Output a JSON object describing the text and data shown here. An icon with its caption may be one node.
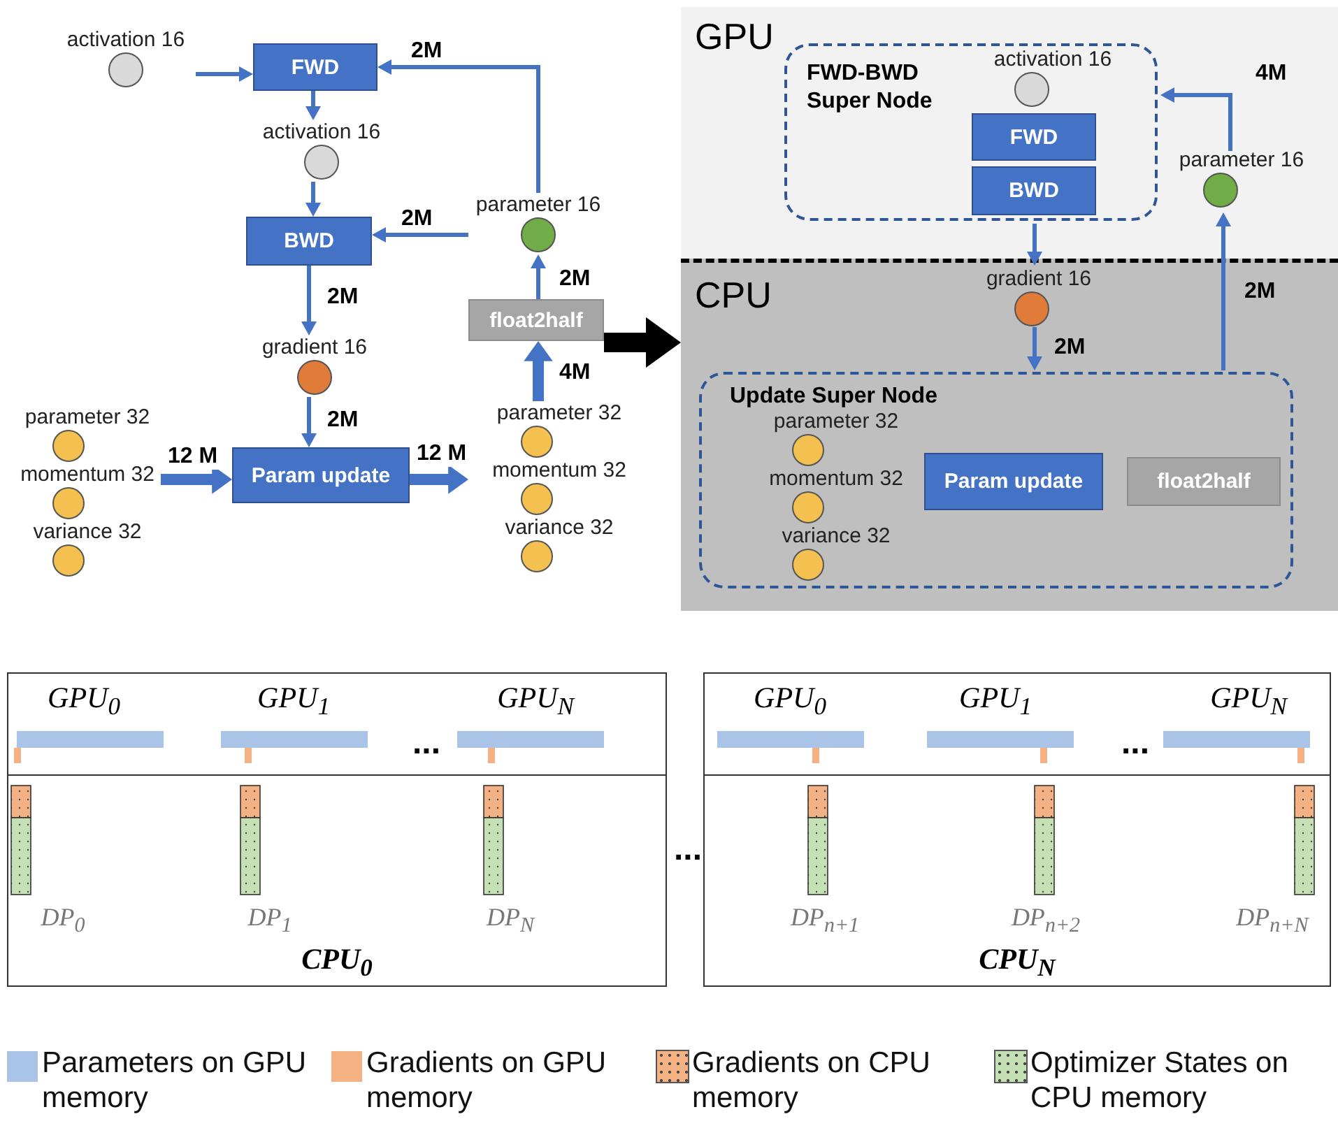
{
  "diagram": {
    "nodes": [
      {
        "text": [
          "activation 16"
        ]
      },
      {
        "text": [
          "FWD"
        ]
      },
      {
        "text": [
          "activation 16"
        ]
      },
      {
        "text": [
          "BWD"
        ]
      },
      {
        "text": [
          "parameter 16"
        ]
      },
      {
        "text": [
          "float2half"
        ]
      },
      {
        "text": [
          "gradient 16"
        ]
      },
      {
        "text": [
          "parameter 32"
        ]
      },
      {
        "text": [
          "momentum 32"
        ]
      },
      {
        "text": [
          "variance 32"
        ]
      },
      {
        "text": [
          "Param update"
        ]
      },
      {
        "text": [
          "parameter 32"
        ]
      },
      {
        "text": [
          "momentum 32"
        ]
      },
      {
        "text": [
          "variance 32"
        ]
      },
      {
        "text": [
          "GPU"
        ]
      },
      {
        "text": [
          "FWD-BWD Super Node"
        ],
        "in": 14
      },
      {
        "text": [
          "activation 16"
        ],
        "in": 15
      },
      {
        "text": [
          "FWD"
        ],
        "in": 15
      },
      {
        "text": [
          "BWD"
        ],
        "in": 15
      },
      {
        "text": [
          "parameter 16"
        ],
        "in": 14
      },
      {
        "text": [
          "CPU"
        ]
      },
      {
        "text": [
          "gradient 16"
        ],
        "in": 20
      },
      {
        "text": [
          "Update Super Node"
        ],
        "in": 20
      },
      {
        "text": [
          "parameter 32"
        ],
        "in": 22
      },
      {
        "text": [
          "momentum 32"
        ],
        "in": 22
      },
      {
        "text": [
          "variance 32"
        ],
        "in": 22
      },
      {
        "text": [
          "Param update"
        ],
        "in": 22
      },
      {
        "text": [
          "float2half"
        ],
        "in": 22
      },
      {
        "text": [
          "CPU$_{0}$"
        ]
      },
      {
        "text": [
          "CPU$_{N}$"
        ]
      }
    ],
    "edges": [
      {
        "from": 0,
        "to": 1,
        "arrow": "to"
      },
      {
        "from": 1,
        "to": 2,
        "arrow": "to"
      },
      {
        "from": 2,
        "to": 3,
        "arrow": "to"
      },
      {
        "from": 4,
        "to": 1,
        "arrow": "to",
        "label": "2M"
      },
      {
        "from": 4,
        "to": 3,
        "arrow": "to",
        "label": "2M"
      },
      {
        "from": 3,
        "to": 6,
        "arrow": "to",
        "label": "2M"
      },
      {
        "from": 5,
        "to": 4,
        "arrow": "to",
        "label": "2M"
      },
      {
        "from": 11,
        "to": 5,
        "arrow": "to",
        "label": "4M",
        "style": "thick"
      },
      {
        "from": 6,
        "to": 10,
        "arrow": "to",
        "label": "2M"
      },
      {
        "from": 8,
        "to": 10,
        "arrow": "to",
        "label": "12 M",
        "style": "thick"
      },
      {
        "from": 10,
        "to": 12,
        "arrow": "to",
        "label": "12 M",
        "style": "thick"
      },
      {
        "from": 19,
        "to": 15,
        "arrow": "to",
        "label": "4M"
      },
      {
        "from": 15,
        "to": 21,
        "arrow": "to"
      },
      {
        "from": 21,
        "to": 22,
        "arrow": "to",
        "label": "2M"
      },
      {
        "from": 22,
        "to": 19,
        "arrow": "to",
        "label": "2M"
      },
      {
        "from": 5,
        "to": 20,
        "arrow": "to",
        "style": "thick",
        "color": "#000000"
      }
    ],
    "labels": [
      "GPU$_{0}$",
      "GPU$_{1}$",
      "...",
      "GPU$_{N}$",
      "DP$_{0}$",
      "DP$_{1}$",
      "DP$_{N}$",
      "GPU$_{0}$",
      "GPU$_{1}$",
      "...",
      "GPU$_{N}$",
      "DP$_{n+1}$",
      "DP$_{n+2}$",
      "DP$_{n+N}$",
      "..."
    ],
    "legend": [
      {
        "text": "Parameters on GPU memory",
        "color": "#a9c4e6"
      },
      {
        "text": "Gradients on GPU memory",
        "color": "#f4b183"
      },
      {
        "text": "Gradients on CPU memory",
        "color": "#f4b183"
      },
      {
        "text": "Optimizer States on CPU memory",
        "color": "#c5e0b4"
      }
    ]
  }
}
